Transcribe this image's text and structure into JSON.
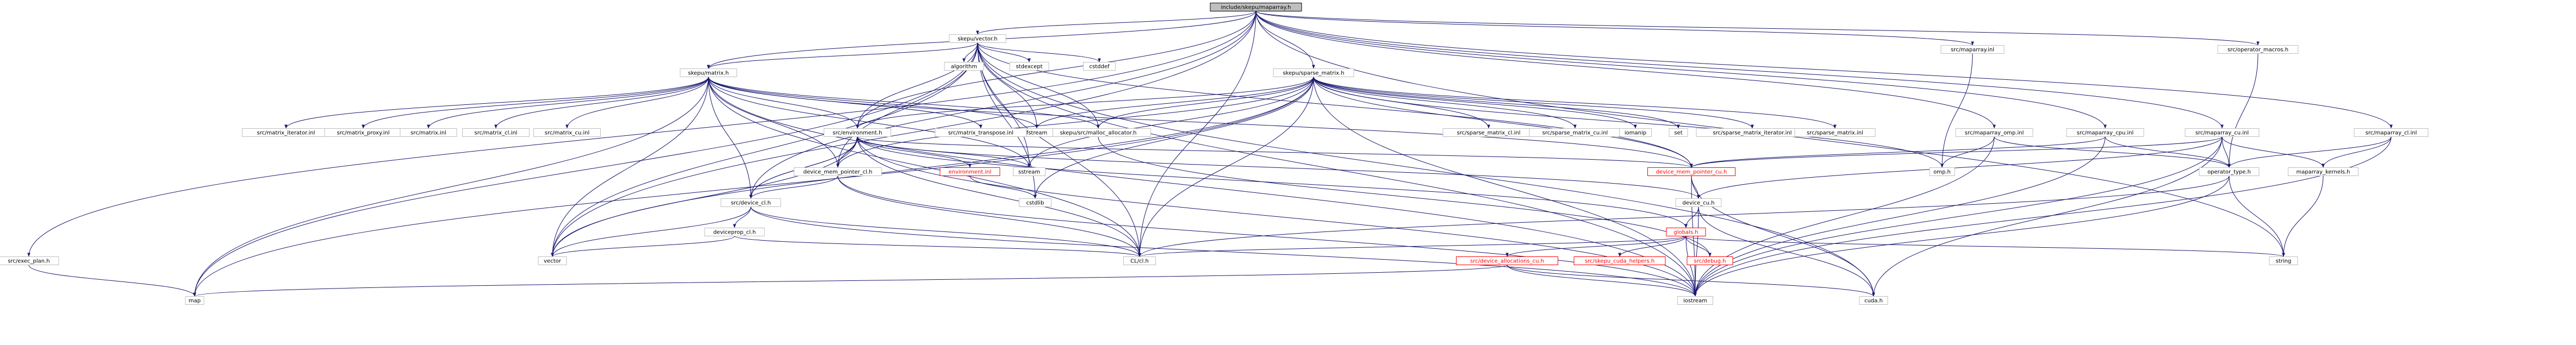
{
  "graph": {
    "root": "maparray_h",
    "colors": {
      "edge": "#191970",
      "node_border": "#bfbfbf",
      "root_fill": "#bfbfbf",
      "broken_border": "#ff0000"
    },
    "nodes": [
      {
        "id": "maparray_h",
        "label": "include/skepu/maparray.h",
        "root": true
      },
      {
        "id": "vector_h",
        "label": "skepu/vector.h"
      },
      {
        "id": "matrix_h",
        "label": "skepu/matrix.h"
      },
      {
        "id": "sparse_matrix_h",
        "label": "skepu/sparse_matrix.h"
      },
      {
        "id": "maparray_inl",
        "label": "src/maparray.inl"
      },
      {
        "id": "operator_macros_h",
        "label": "src/operator_macros.h"
      },
      {
        "id": "exec_plan_h",
        "label": "src/exec_plan.h"
      },
      {
        "id": "maparray_omp_inl",
        "label": "src/maparray_omp.inl"
      },
      {
        "id": "maparray_cpu_inl",
        "label": "src/maparray_cpu.inl"
      },
      {
        "id": "maparray_cu_inl",
        "label": "src/maparray_cu.inl"
      },
      {
        "id": "maparray_cl_inl",
        "label": "src/maparray_cl.inl"
      },
      {
        "id": "algorithm",
        "label": "algorithm"
      },
      {
        "id": "stdexcept",
        "label": "stdexcept"
      },
      {
        "id": "cstddef",
        "label": "cstddef"
      },
      {
        "id": "environment_h",
        "label": "src/environment.h"
      },
      {
        "id": "malloc_allocator_h",
        "label": "skepu/src/malloc_allocator.h"
      },
      {
        "id": "fstream",
        "label": "fstream"
      },
      {
        "id": "matrix_iterator_inl",
        "label": "src/matrix_iterator.inl"
      },
      {
        "id": "matrix_proxy_inl",
        "label": "src/matrix_proxy.inl"
      },
      {
        "id": "matrix_inl",
        "label": "src/matrix.inl"
      },
      {
        "id": "matrix_cl_inl",
        "label": "src/matrix_cl.inl"
      },
      {
        "id": "matrix_cu_inl",
        "label": "src/matrix_cu.inl"
      },
      {
        "id": "matrix_transpose_inl",
        "label": "src/matrix_transpose.inl"
      },
      {
        "id": "sparse_matrix_cl_inl",
        "label": "src/sparse_matrix_cl.inl"
      },
      {
        "id": "sparse_matrix_cu_inl",
        "label": "src/sparse_matrix_cu.inl"
      },
      {
        "id": "iomanip",
        "label": "iomanip"
      },
      {
        "id": "set",
        "label": "set"
      },
      {
        "id": "sparse_matrix_iterator_inl",
        "label": "src/sparse_matrix_iterator.inl"
      },
      {
        "id": "sparse_matrix_inl",
        "label": "src/sparse_matrix.inl"
      },
      {
        "id": "environment_inl",
        "label": "environment.inl",
        "broken": true
      },
      {
        "id": "sstream",
        "label": "sstream"
      },
      {
        "id": "device_mem_pointer_cl_h",
        "label": "device_mem_pointer_cl.h"
      },
      {
        "id": "device_mem_pointer_cu_h",
        "label": "device_mem_pointer_cu.h",
        "broken": true
      },
      {
        "id": "omp_h",
        "label": "omp.h"
      },
      {
        "id": "operator_type_h",
        "label": "operator_type.h"
      },
      {
        "id": "maparray_kernels_h",
        "label": "maparray_kernels.h"
      },
      {
        "id": "device_cl_h",
        "label": "src/device_cl.h"
      },
      {
        "id": "cstdlib",
        "label": "cstdlib"
      },
      {
        "id": "device_cu_h",
        "label": "device_cu.h"
      },
      {
        "id": "deviceprop_cl_h",
        "label": "deviceprop_cl.h"
      },
      {
        "id": "globals_h",
        "label": "globals.h",
        "broken": true
      },
      {
        "id": "vector",
        "label": "vector"
      },
      {
        "id": "cl_cl_h",
        "label": "CL/cl.h"
      },
      {
        "id": "device_allocations_cu_h",
        "label": "src/device_allocations_cu.h",
        "broken": true
      },
      {
        "id": "skepu_cuda_helpers_h",
        "label": "src/skepu_cuda_helpers.h",
        "broken": true
      },
      {
        "id": "debug_h",
        "label": "src/debug.h",
        "broken": true
      },
      {
        "id": "string",
        "label": "string"
      },
      {
        "id": "map",
        "label": "map"
      },
      {
        "id": "iostream",
        "label": "iostream"
      },
      {
        "id": "cuda_h",
        "label": "cuda.h"
      }
    ],
    "edges": [
      [
        "maparray_h",
        "vector_h"
      ],
      [
        "maparray_h",
        "matrix_h"
      ],
      [
        "maparray_h",
        "sparse_matrix_h"
      ],
      [
        "maparray_h",
        "maparray_inl"
      ],
      [
        "maparray_h",
        "operator_macros_h"
      ],
      [
        "maparray_h",
        "exec_plan_h"
      ],
      [
        "maparray_h",
        "environment_h"
      ],
      [
        "maparray_h",
        "maparray_omp_inl"
      ],
      [
        "maparray_h",
        "maparray_cpu_inl"
      ],
      [
        "maparray_h",
        "maparray_cu_inl"
      ],
      [
        "maparray_h",
        "maparray_cl_inl"
      ],
      [
        "maparray_h",
        "cl_cl_h"
      ],
      [
        "maparray_h",
        "string"
      ],
      [
        "maparray_h",
        "vector"
      ],
      [
        "maparray_h",
        "device_cl_h"
      ],
      [
        "vector_h",
        "algorithm"
      ],
      [
        "vector_h",
        "stdexcept"
      ],
      [
        "vector_h",
        "cstddef"
      ],
      [
        "vector_h",
        "matrix_h"
      ],
      [
        "vector_h",
        "malloc_allocator_h"
      ],
      [
        "vector_h",
        "fstream"
      ],
      [
        "vector_h",
        "environment_h"
      ],
      [
        "vector_h",
        "device_mem_pointer_cl_h"
      ],
      [
        "vector_h",
        "device_mem_pointer_cu_h"
      ],
      [
        "vector_h",
        "sstream"
      ],
      [
        "vector_h",
        "cstdlib"
      ],
      [
        "vector_h",
        "map"
      ],
      [
        "vector_h",
        "vector"
      ],
      [
        "vector_h",
        "cl_cl_h"
      ],
      [
        "vector_h",
        "iostream"
      ],
      [
        "vector_h",
        "cuda_h"
      ],
      [
        "matrix_h",
        "matrix_iterator_inl"
      ],
      [
        "matrix_h",
        "matrix_proxy_inl"
      ],
      [
        "matrix_h",
        "matrix_inl"
      ],
      [
        "matrix_h",
        "matrix_cl_inl"
      ],
      [
        "matrix_h",
        "matrix_cu_inl"
      ],
      [
        "matrix_h",
        "matrix_transpose_inl"
      ],
      [
        "matrix_h",
        "environment_h"
      ],
      [
        "matrix_h",
        "malloc_allocator_h"
      ],
      [
        "matrix_h",
        "fstream"
      ],
      [
        "matrix_h",
        "sstream"
      ],
      [
        "matrix_h",
        "device_mem_pointer_cl_h"
      ],
      [
        "matrix_h",
        "device_mem_pointer_cu_h"
      ],
      [
        "matrix_h",
        "device_cl_h"
      ],
      [
        "matrix_h",
        "map"
      ],
      [
        "matrix_h",
        "vector"
      ],
      [
        "matrix_h",
        "cl_cl_h"
      ],
      [
        "matrix_h",
        "iostream"
      ],
      [
        "sparse_matrix_h",
        "malloc_allocator_h"
      ],
      [
        "sparse_matrix_h",
        "fstream"
      ],
      [
        "sparse_matrix_h",
        "sparse_matrix_cl_inl"
      ],
      [
        "sparse_matrix_h",
        "sparse_matrix_cu_inl"
      ],
      [
        "sparse_matrix_h",
        "iomanip"
      ],
      [
        "sparse_matrix_h",
        "set"
      ],
      [
        "sparse_matrix_h",
        "sparse_matrix_iterator_inl"
      ],
      [
        "sparse_matrix_h",
        "sparse_matrix_inl"
      ],
      [
        "sparse_matrix_h",
        "environment_h"
      ],
      [
        "sparse_matrix_h",
        "device_mem_pointer_cl_h"
      ],
      [
        "sparse_matrix_h",
        "device_mem_pointer_cu_h"
      ],
      [
        "sparse_matrix_h",
        "sstream"
      ],
      [
        "sparse_matrix_h",
        "cstdlib"
      ],
      [
        "sparse_matrix_h",
        "map"
      ],
      [
        "sparse_matrix_h",
        "vector"
      ],
      [
        "sparse_matrix_h",
        "cl_cl_h"
      ],
      [
        "sparse_matrix_h",
        "iostream"
      ],
      [
        "sparse_matrix_h",
        "omp_h"
      ],
      [
        "maparray_inl",
        "omp_h"
      ],
      [
        "operator_macros_h",
        "operator_type_h"
      ],
      [
        "exec_plan_h",
        "map"
      ],
      [
        "maparray_omp_inl",
        "omp_h"
      ],
      [
        "maparray_omp_inl",
        "operator_type_h"
      ],
      [
        "maparray_omp_inl",
        "iostream"
      ],
      [
        "maparray_cpu_inl",
        "operator_type_h"
      ],
      [
        "maparray_cpu_inl",
        "iostream"
      ],
      [
        "maparray_cpu_inl",
        "device_mem_pointer_cu_h"
      ],
      [
        "maparray_cu_inl",
        "operator_type_h"
      ],
      [
        "maparray_cu_inl",
        "maparray_kernels_h"
      ],
      [
        "maparray_cu_inl",
        "device_cu_h"
      ],
      [
        "maparray_cu_inl",
        "device_mem_pointer_cu_h"
      ],
      [
        "maparray_cu_inl",
        "iostream"
      ],
      [
        "maparray_cu_inl",
        "cuda_h"
      ],
      [
        "maparray_cl_inl",
        "operator_type_h"
      ],
      [
        "maparray_cl_inl",
        "maparray_kernels_h"
      ],
      [
        "maparray_cl_inl",
        "iostream"
      ],
      [
        "operator_type_h",
        "string"
      ],
      [
        "operator_type_h",
        "cl_cl_h"
      ],
      [
        "operator_type_h",
        "iostream"
      ],
      [
        "maparray_kernels_h",
        "string"
      ],
      [
        "environment_h",
        "environment_inl"
      ],
      [
        "environment_h",
        "sstream"
      ],
      [
        "environment_h",
        "device_mem_pointer_cl_h"
      ],
      [
        "environment_h",
        "device_mem_pointer_cu_h"
      ],
      [
        "environment_h",
        "device_cl_h"
      ],
      [
        "environment_h",
        "device_cu_h"
      ],
      [
        "environment_h",
        "cl_cl_h"
      ],
      [
        "environment_h",
        "vector"
      ],
      [
        "environment_h",
        "iostream"
      ],
      [
        "environment_h",
        "globals_h"
      ],
      [
        "environment_inl",
        "cstdlib"
      ],
      [
        "device_mem_pointer_cl_h",
        "environment_h"
      ],
      [
        "device_mem_pointer_cl_h",
        "device_cl_h"
      ],
      [
        "device_mem_pointer_cl_h",
        "cl_cl_h"
      ],
      [
        "device_mem_pointer_cl_h",
        "iostream"
      ],
      [
        "device_mem_pointer_cu_h",
        "device_cu_h"
      ],
      [
        "device_mem_pointer_cu_h",
        "iostream"
      ],
      [
        "device_mem_pointer_cu_h",
        "cuda_h"
      ],
      [
        "device_cl_h",
        "deviceprop_cl_h"
      ],
      [
        "device_cl_h",
        "cl_cl_h"
      ],
      [
        "device_cl_h",
        "vector"
      ],
      [
        "device_cl_h",
        "iostream"
      ],
      [
        "device_cl_h",
        "environment_h"
      ],
      [
        "deviceprop_cl_h",
        "cl_cl_h"
      ],
      [
        "deviceprop_cl_h",
        "vector"
      ],
      [
        "device_cu_h",
        "globals_h"
      ],
      [
        "device_cu_h",
        "iostream"
      ],
      [
        "device_cu_h",
        "cuda_h"
      ],
      [
        "globals_h",
        "device_allocations_cu_h"
      ],
      [
        "globals_h",
        "skepu_cuda_helpers_h"
      ],
      [
        "globals_h",
        "debug_h"
      ],
      [
        "globals_h",
        "string"
      ],
      [
        "globals_h",
        "iostream"
      ],
      [
        "globals_h",
        "cl_cl_h"
      ],
      [
        "device_allocations_cu_h",
        "map"
      ],
      [
        "device_allocations_cu_h",
        "iostream"
      ],
      [
        "device_allocations_cu_h",
        "cuda_h"
      ],
      [
        "malloc_allocator_h",
        "debug_h"
      ]
    ]
  }
}
